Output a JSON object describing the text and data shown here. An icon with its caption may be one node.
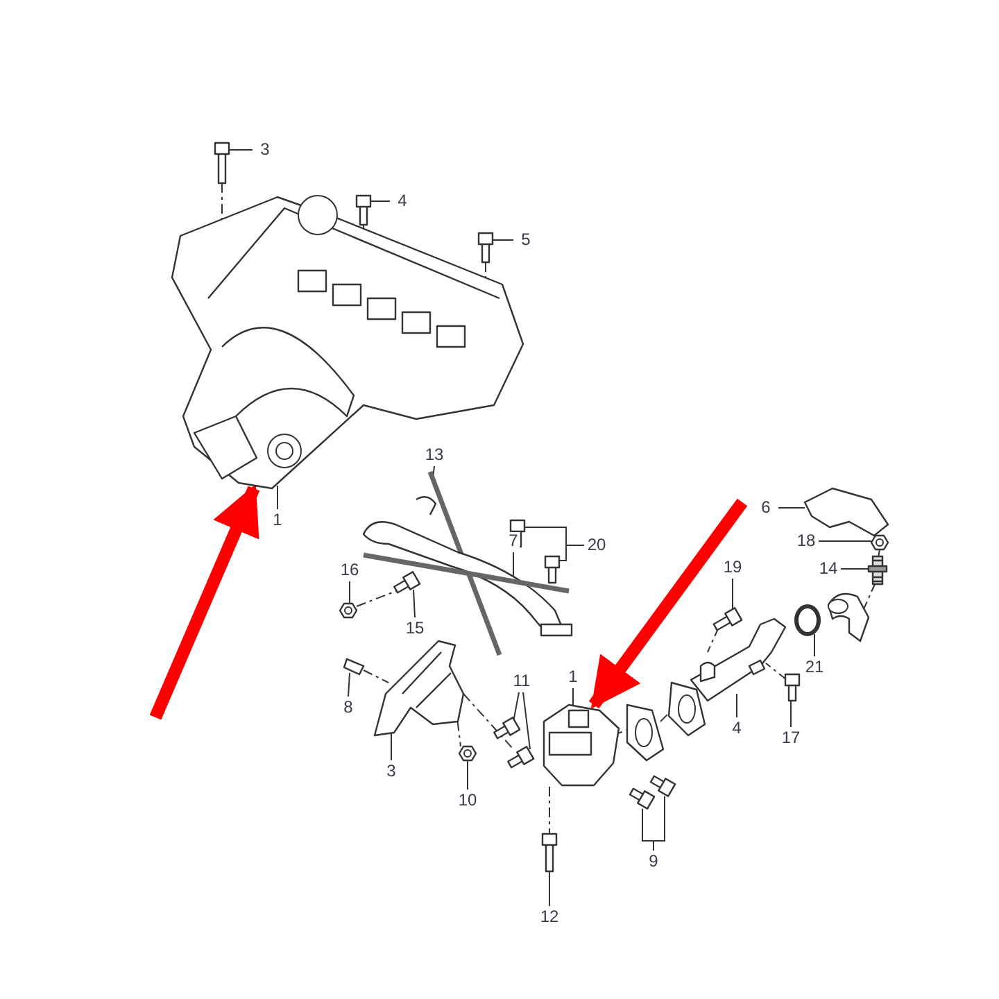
{
  "diagram": {
    "nodes": [
      {
        "text": [],
        "shape": "picture"
      },
      {
        "text": [],
        "shape": "picture"
      },
      {
        "text": [],
        "shape": "picture"
      },
      {
        "text": [],
        "shape": "picture"
      },
      {
        "text": [],
        "shape": "picture"
      },
      {
        "text": [],
        "shape": "picture"
      },
      {
        "text": [],
        "shape": "picture"
      },
      {
        "text": [],
        "shape": "picture"
      },
      {
        "text": [],
        "shape": "picture"
      },
      {
        "text": [],
        "shape": "picture"
      },
      {
        "text": [],
        "shape": "picture"
      },
      {
        "text": [],
        "shape": "picture"
      },
      {
        "text": [],
        "shape": "picture"
      },
      {
        "text": [],
        "shape": "picture"
      },
      {
        "text": [],
        "shape": "picture"
      },
      {
        "text": [],
        "shape": "picture"
      },
      {
        "text": [],
        "shape": "picture"
      },
      {
        "text": [],
        "shape": "picture"
      },
      {
        "text": [],
        "shape": "picture"
      },
      {
        "text": [],
        "shape": "picture"
      },
      {
        "text": [],
        "shape": "picture"
      },
      {
        "text": [],
        "shape": "picture"
      },
      {
        "text": [],
        "shape": "picture"
      },
      {
        "text": [],
        "shape": "picture"
      },
      {
        "text": [],
        "shape": "picture"
      },
      {
        "text": [],
        "shape": "picture"
      },
      {
        "text": [],
        "shape": "picture"
      },
      {
        "text": [],
        "shape": "picture"
      },
      {
        "text": [],
        "shape": "picture"
      },
      {
        "text": [
          "3"
        ]
      },
      {
        "text": [
          "4"
        ]
      },
      {
        "text": [
          "5"
        ]
      },
      {
        "text": [
          "1"
        ]
      },
      {
        "text": [
          "13"
        ]
      },
      {
        "text": [
          "7"
        ]
      },
      {
        "text": [
          "20"
        ]
      },
      {
        "text": [
          "6"
        ]
      },
      {
        "text": [
          "18"
        ]
      },
      {
        "text": [
          "14"
        ]
      },
      {
        "text": [
          "19"
        ]
      },
      {
        "text": [
          "16"
        ]
      },
      {
        "text": [
          "15"
        ]
      },
      {
        "text": [
          "21"
        ]
      },
      {
        "text": [
          "11"
        ]
      },
      {
        "text": [
          "8"
        ]
      },
      {
        "text": [
          "1"
        ]
      },
      {
        "text": [
          "4"
        ]
      },
      {
        "text": [
          "17"
        ]
      },
      {
        "text": [
          "3"
        ]
      },
      {
        "text": [
          "10"
        ]
      },
      {
        "text": [
          "9"
        ]
      },
      {
        "text": [
          "12"
        ]
      }
    ],
    "edges": [
      {
        "from": 29,
        "to": 1,
        "arrow": "none"
      },
      {
        "from": 30,
        "to": 2,
        "arrow": "none"
      },
      {
        "from": 31,
        "to": 3,
        "arrow": "none"
      },
      {
        "from": 32,
        "to": 0,
        "arrow": "none"
      },
      {
        "from": 33,
        "to": 4,
        "arrow": "none"
      },
      {
        "from": 34,
        "to": 5,
        "arrow": "none"
      },
      {
        "from": 35,
        "to": 6,
        "arrow": "none"
      },
      {
        "from": 35,
        "to": 7,
        "arrow": "none"
      },
      {
        "from": 36,
        "to": 8,
        "arrow": "none"
      },
      {
        "from": 37,
        "to": 9,
        "arrow": "none"
      },
      {
        "from": 38,
        "to": 10,
        "arrow": "none"
      },
      {
        "from": 39,
        "to": 12,
        "arrow": "none"
      },
      {
        "from": 40,
        "to": 13,
        "arrow": "none"
      },
      {
        "from": 41,
        "to": 14,
        "arrow": "none"
      },
      {
        "from": 42,
        "to": 15,
        "arrow": "none"
      },
      {
        "from": 43,
        "to": 18,
        "arrow": "none"
      },
      {
        "from": 43,
        "to": 19,
        "arrow": "none"
      },
      {
        "from": 44,
        "to": 17,
        "arrow": "none"
      },
      {
        "from": 45,
        "to": 21,
        "arrow": "none"
      },
      {
        "from": 46,
        "to": 24,
        "arrow": "none"
      },
      {
        "from": 47,
        "to": 25,
        "arrow": "none"
      },
      {
        "from": 48,
        "to": 16,
        "arrow": "none"
      },
      {
        "from": 49,
        "to": 20,
        "arrow": "none"
      },
      {
        "from": 50,
        "to": 26,
        "arrow": "none"
      },
      {
        "from": 50,
        "to": 27,
        "arrow": "none"
      },
      {
        "from": 51,
        "to": 28,
        "arrow": "none"
      },
      {
        "from": 1,
        "to": 0,
        "arrow": "none",
        "style": "dashed"
      },
      {
        "from": 2,
        "to": 0,
        "arrow": "none",
        "style": "dashed"
      },
      {
        "from": 3,
        "to": 0,
        "arrow": "none",
        "style": "dashed"
      },
      {
        "from": 13,
        "to": 14,
        "arrow": "none",
        "style": "dashed"
      },
      {
        "from": 17,
        "to": 16,
        "arrow": "none",
        "style": "dashed"
      },
      {
        "from": 16,
        "to": 20,
        "arrow": "none",
        "style": "dashed"
      },
      {
        "from": 16,
        "to": 19,
        "arrow": "none",
        "style": "dashed"
      },
      {
        "from": 28,
        "to": 21,
        "arrow": "none",
        "style": "dashed"
      },
      {
        "from": 21,
        "to": 22,
        "arrow": "none",
        "style": "dashed"
      },
      {
        "from": 22,
        "to": 23,
        "arrow": "none",
        "style": "dashed"
      },
      {
        "from": 12,
        "to": 24,
        "arrow": "none",
        "style": "dashed"
      },
      {
        "from": 25,
        "to": 24,
        "arrow": "none",
        "style": "dashed"
      },
      {
        "from": 9,
        "to": 10,
        "arrow": "none",
        "style": "dashed"
      },
      {
        "from": 10,
        "to": 11,
        "arrow": "none",
        "style": "dashed"
      },
      {
        "from": null,
        "to": 0,
        "arrow": "to",
        "style": "thick",
        "color": "#ff0000"
      },
      {
        "from": null,
        "to": 21,
        "arrow": "to",
        "style": "thick",
        "color": "#ff0000"
      }
    ]
  }
}
